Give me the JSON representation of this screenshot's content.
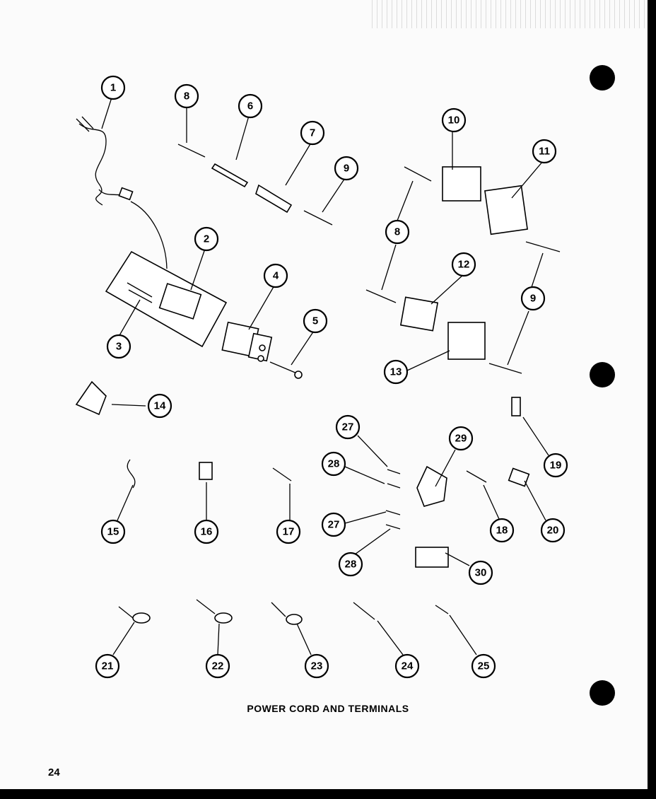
{
  "caption": "POWER CORD AND TERMINALS",
  "page_number": "24",
  "callouts": [
    "1",
    "2",
    "3",
    "4",
    "5",
    "6",
    "7",
    "8",
    "9",
    "10",
    "11",
    "8",
    "9",
    "12",
    "13",
    "14",
    "15",
    "16",
    "17",
    "27",
    "28",
    "29",
    "18",
    "19",
    "20",
    "27",
    "28",
    "30",
    "21",
    "22",
    "23",
    "24",
    "25"
  ]
}
